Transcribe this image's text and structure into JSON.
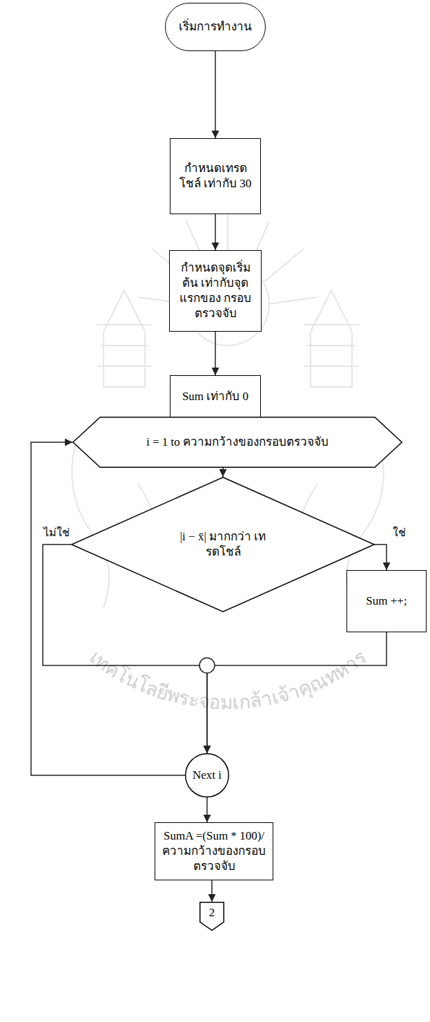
{
  "diagram": {
    "nodes": [
      {
        "text": [
          "เริ่มการทำงาน"
        ]
      },
      {
        "text": [
          "กำหนดเทรดโชล์ เท่ากับ 30"
        ]
      },
      {
        "text": [
          "กำหนดจุดเริ่มต้น เท่ากับจุดแรกของ กรอบตรวจจับ"
        ]
      },
      {
        "text": [
          "Sum เท่ากับ 0"
        ]
      },
      {
        "text": [
          "i = 1 to ความกว้างของกรอบตรวจจับ"
        ]
      },
      {
        "text": [
          "|i − x̄| มากกว่า เทรดโชล์"
        ]
      },
      {
        "text": [
          "Sum ++;"
        ]
      },
      {
        "text": [
          "Next i"
        ]
      },
      {
        "text": [
          "SumA =(Sum * 100)/ ความกว้างของกรอบตรวจจับ"
        ]
      },
      {
        "text": [
          "2"
        ]
      }
    ],
    "edges": [
      {
        "from": 0,
        "to": 1,
        "arrow": "to"
      },
      {
        "from": 1,
        "to": 2,
        "arrow": "to"
      },
      {
        "from": 2,
        "to": 3,
        "arrow": "to"
      },
      {
        "from": 3,
        "to": 4,
        "arrow": "to"
      },
      {
        "from": 4,
        "to": 5,
        "arrow": "to"
      },
      {
        "from": 5,
        "to": 6,
        "label": "ใช่",
        "arrow": "to"
      },
      {
        "from": 5,
        "to": 7,
        "label": "ไม่ใช่",
        "arrow": "to"
      },
      {
        "from": 6,
        "to": 7,
        "arrow": "to"
      },
      {
        "from": 7,
        "to": 4,
        "arrow": "to"
      },
      {
        "from": 7,
        "to": 8,
        "arrow": "to"
      },
      {
        "from": 8,
        "to": 9,
        "arrow": "to"
      }
    ],
    "labels": [
      "เทคโนโลยีพระจอมเกล้าเจ้าคุณทหาร"
    ]
  }
}
